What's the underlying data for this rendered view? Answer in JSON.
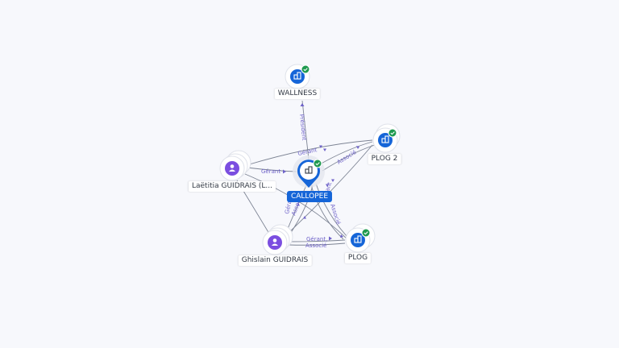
{
  "colors": {
    "company": "#1565d8",
    "person": "#7b4ee0",
    "check": "#1e9a4f",
    "edge": "#7d8494",
    "edge_label": "#6e62c9"
  },
  "nodes": {
    "center": {
      "label": "CALLOPEE",
      "type": "company",
      "icon": "building-icon",
      "verified": true
    },
    "wallness": {
      "label": "WALLNESS",
      "type": "company",
      "icon": "building-icon",
      "verified": true
    },
    "plog2": {
      "label": "PLOG 2",
      "type": "company",
      "icon": "building-icon",
      "verified": true
    },
    "plog": {
      "label": "PLOG",
      "type": "company",
      "icon": "building-icon",
      "verified": true
    },
    "laetitia": {
      "label": "Laëtitia GUIDRAIS (L...",
      "type": "person",
      "icon": "person-icon"
    },
    "ghislain": {
      "label": "Ghislain GUIDRAIS",
      "type": "person",
      "icon": "person-icon"
    }
  },
  "edge_labels": {
    "president": "Président",
    "gerant_top": "Gérant",
    "gerant_left": "Gérant",
    "associe_right": "Associé",
    "gerant_low": "Gérant",
    "associe_low": "Associé",
    "gerant_mid": "Gérant",
    "associe_mid": "Associé",
    "gerant_bottom": "Gérant,",
    "associe_bottom": "Associé"
  }
}
